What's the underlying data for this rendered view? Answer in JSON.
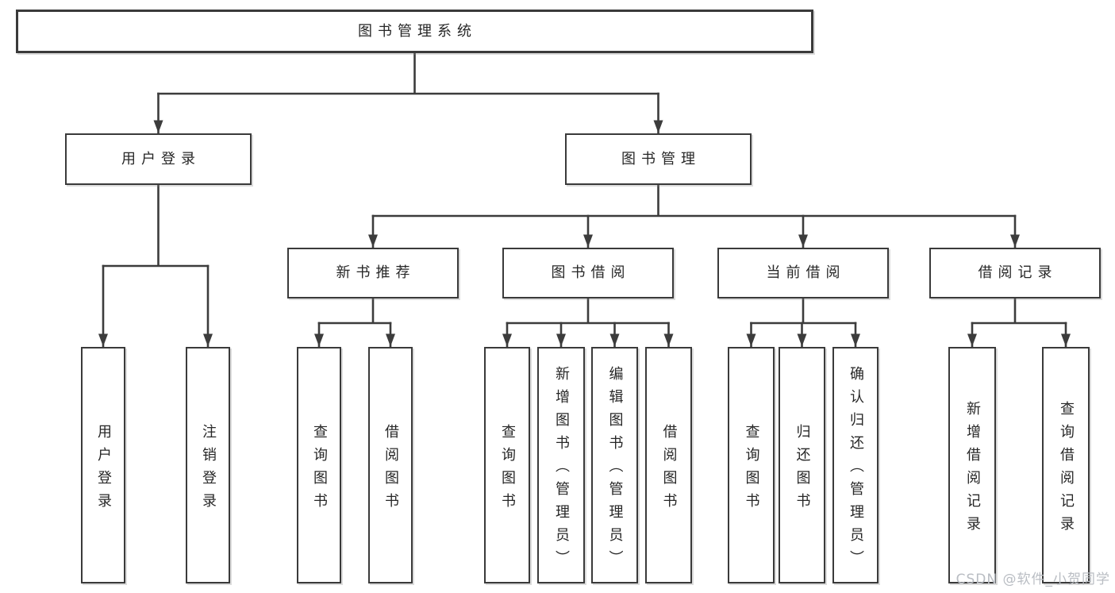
{
  "diagram": {
    "type": "hierarchy-tree",
    "root_label": "图书管理系统"
  },
  "colors": {
    "line": "#3c3c3c",
    "box_border": "#3a3a3a",
    "box_fill": "#ffffff",
    "text": "#272727",
    "watermark": "#b9bdc3",
    "background": "#ffffff"
  },
  "nodes": {
    "system": {
      "label": "图书管理系统",
      "level": 1
    },
    "login": {
      "label": "用户登录",
      "level": 2
    },
    "management": {
      "label": "图书管理",
      "level": 2
    },
    "recommend": {
      "label": "新书推荐",
      "level": 3
    },
    "borrow": {
      "label": "图书借阅",
      "level": 3
    },
    "current": {
      "label": "当前借阅",
      "level": 3
    },
    "records": {
      "label": "借阅记录",
      "level": 3
    },
    "login-leaf": {
      "label": "用户登录",
      "level": 4
    },
    "logout-leaf": {
      "label": "注销登录",
      "level": 4
    },
    "rec-query-leaf": {
      "label": "查询图书",
      "level": 4
    },
    "rec-borrow-leaf": {
      "label": "借阅图书",
      "level": 4
    },
    "bor-query-leaf": {
      "label": "查询图书",
      "level": 4
    },
    "bor-add-leaf": {
      "label": "新增图书（管理员）",
      "level": 4
    },
    "bor-edit-leaf": {
      "label": "编辑图书（管理员）",
      "level": 4
    },
    "bor-borrow-leaf": {
      "label": "借阅图书",
      "level": 4
    },
    "cur-query-leaf": {
      "label": "查询图书",
      "level": 4
    },
    "cur-return-leaf": {
      "label": "归还图书",
      "level": 4
    },
    "cur-confirm-leaf": {
      "label": "确认归还（管理员）",
      "level": 4
    },
    "rec2-add-leaf": {
      "label": "新增借阅记录",
      "level": 4
    },
    "rec2-query-leaf": {
      "label": "查询借阅记录",
      "level": 4
    }
  },
  "hierarchy": [
    {
      "parent": "system",
      "children": [
        "login",
        "management"
      ]
    },
    {
      "parent": "login",
      "children": [
        "login-leaf",
        "logout-leaf"
      ]
    },
    {
      "parent": "management",
      "children": [
        "recommend",
        "borrow",
        "current",
        "records"
      ]
    },
    {
      "parent": "recommend",
      "children": [
        "rec-query-leaf",
        "rec-borrow-leaf"
      ]
    },
    {
      "parent": "borrow",
      "children": [
        "bor-query-leaf",
        "bor-add-leaf",
        "bor-edit-leaf",
        "bor-borrow-leaf"
      ]
    },
    {
      "parent": "current",
      "children": [
        "cur-query-leaf",
        "cur-return-leaf",
        "cur-confirm-leaf"
      ]
    },
    {
      "parent": "records",
      "children": [
        "rec2-add-leaf",
        "rec2-query-leaf"
      ]
    }
  ],
  "watermark": {
    "text": "CSDN @软件_小贺同学"
  }
}
